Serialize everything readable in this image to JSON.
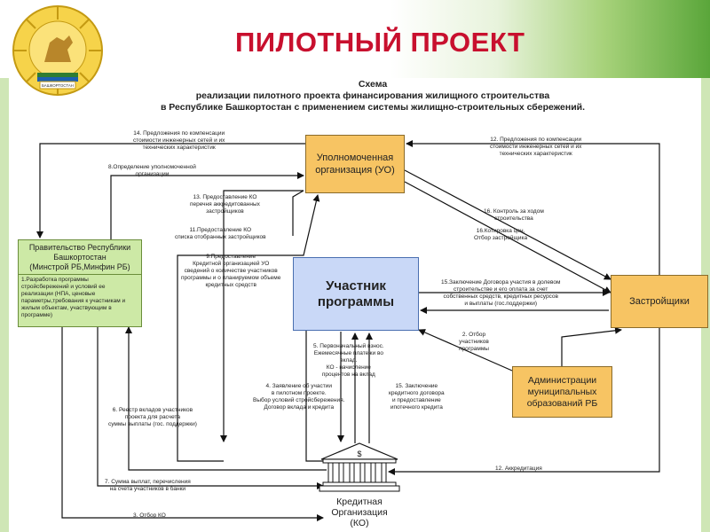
{
  "headline": "ПИЛОТНЫЙ ПРОЕКТ",
  "emblem_text": "БАШКОРТОСТАН",
  "schema_title": [
    "Схема",
    "реализации пилотного проекта финансирования жилищного строительства",
    "в Республике Башкортостан с применением системы жилищно-строительных сбережений."
  ],
  "colors": {
    "title_red": "#c8102e",
    "orange_box": "#f7c463",
    "green_box": "#cde9a6",
    "blue_box": "#c9d8f7",
    "band_green": "#5aa63a"
  },
  "nodes": {
    "uo": [
      "Уполномоченная",
      "организация (УО)"
    ],
    "gov": [
      "Правительство Республики",
      "Башкортостан",
      "(Минстрой РБ,Минфин РБ)"
    ],
    "gov_sub": [
      "1.Разработка программы",
      "стройсбережений и условий ее",
      "реализации  (НПА, ценовые",
      "параметры,требования к участникам и",
      "жилым объектам, участвующим в",
      "программе)"
    ],
    "participant": [
      "Участник",
      "программы"
    ],
    "zastr": "Застройщики",
    "admin": [
      "Администрации",
      "муниципальных",
      "образований РБ"
    ],
    "ko": [
      "Кредитная",
      "Организация",
      "(КО)"
    ]
  },
  "edge_labels": {
    "e14": [
      "14. Предложения по компенсации",
      "стоимости инженерных сетей и их",
      "технических характеристик"
    ],
    "e12": [
      "12. Предложения по компенсации",
      "стоимости инженерных сетей и их",
      "технических характеристик"
    ],
    "e8": [
      "8.Определение уполномоченной",
      "организации"
    ],
    "e13": [
      "13. Предоставление КО",
      "перечня аккредитованных",
      "застройщиков"
    ],
    "e16a": [
      "16. Контроль за ходом",
      "строительства"
    ],
    "e11": [
      "11.Предоставление  КО",
      "списка отобранных застройщиков"
    ],
    "e16b": [
      "16.Котировка цен,",
      "Отбор  застройщика"
    ],
    "e9": [
      "9.Предоставление",
      "Кредитной организацией УО",
      "сведений о количестве участников",
      "программы и о планируемом объеме",
      "кредитных средств"
    ],
    "e15a": [
      "15.Заключение  Договора участия в долевом",
      "строительстве  и его оплата за счет",
      "собственных средств, кредитных ресурсов",
      "и выплаты (гос.поддержки)"
    ],
    "e2": [
      "2. Отбор",
      "участников",
      "программы"
    ],
    "e5": [
      "5. Первоначальный взнос.",
      "Ежемесячные платежи во",
      "вклад.",
      "КО - начисление",
      "процентов на вклад"
    ],
    "e4": [
      "4. Заявление об участии",
      "в пилотном проекте.",
      "Выбор условий стройсбережения.",
      "Договор вклада и кредита"
    ],
    "e15b": [
      "15. Заключение",
      "кредитного договора",
      "и предоставление",
      "ипотечного кредита"
    ],
    "e6": [
      "6. Реестр вкладов участников",
      "проекта для расчета",
      "суммы выплаты (гос. поддержки)"
    ],
    "e12b": [
      "12. Аккредитация"
    ],
    "e7": [
      "7. Сумма выплат, перечисления",
      "на счета участников в банки"
    ],
    "e3": [
      "3. Отбор КО"
    ]
  }
}
